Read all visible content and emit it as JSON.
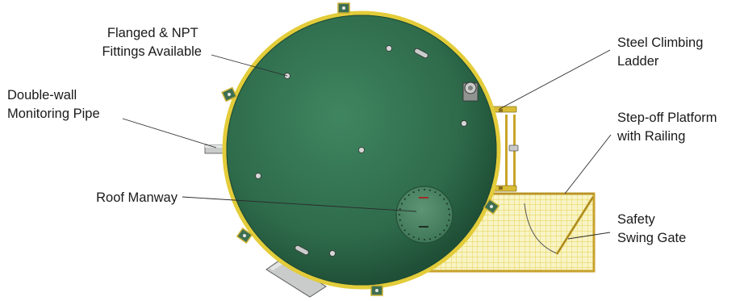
{
  "labels": {
    "fittings": [
      "Flanged & NPT",
      "Fittings Available"
    ],
    "monitoring": [
      "Double-wall",
      "Monitoring Pipe"
    ],
    "manway": [
      "Roof Manway"
    ],
    "ladder": [
      "Steel Climbing",
      "Ladder"
    ],
    "platform": [
      "Step-off Platform",
      "with Railing"
    ],
    "gate": [
      "Safety",
      "Swing Gate"
    ]
  },
  "colors": {
    "tank_fill": "#2f6e4d",
    "tank_rim": "#e3cc3a",
    "fitting_fill": "#c9ccca",
    "platform_fill": "#f7f3c2",
    "platform_grid": "#e8cf46",
    "platform_frame": "#c9a52a",
    "bracket_fill": "#3e6f52"
  }
}
